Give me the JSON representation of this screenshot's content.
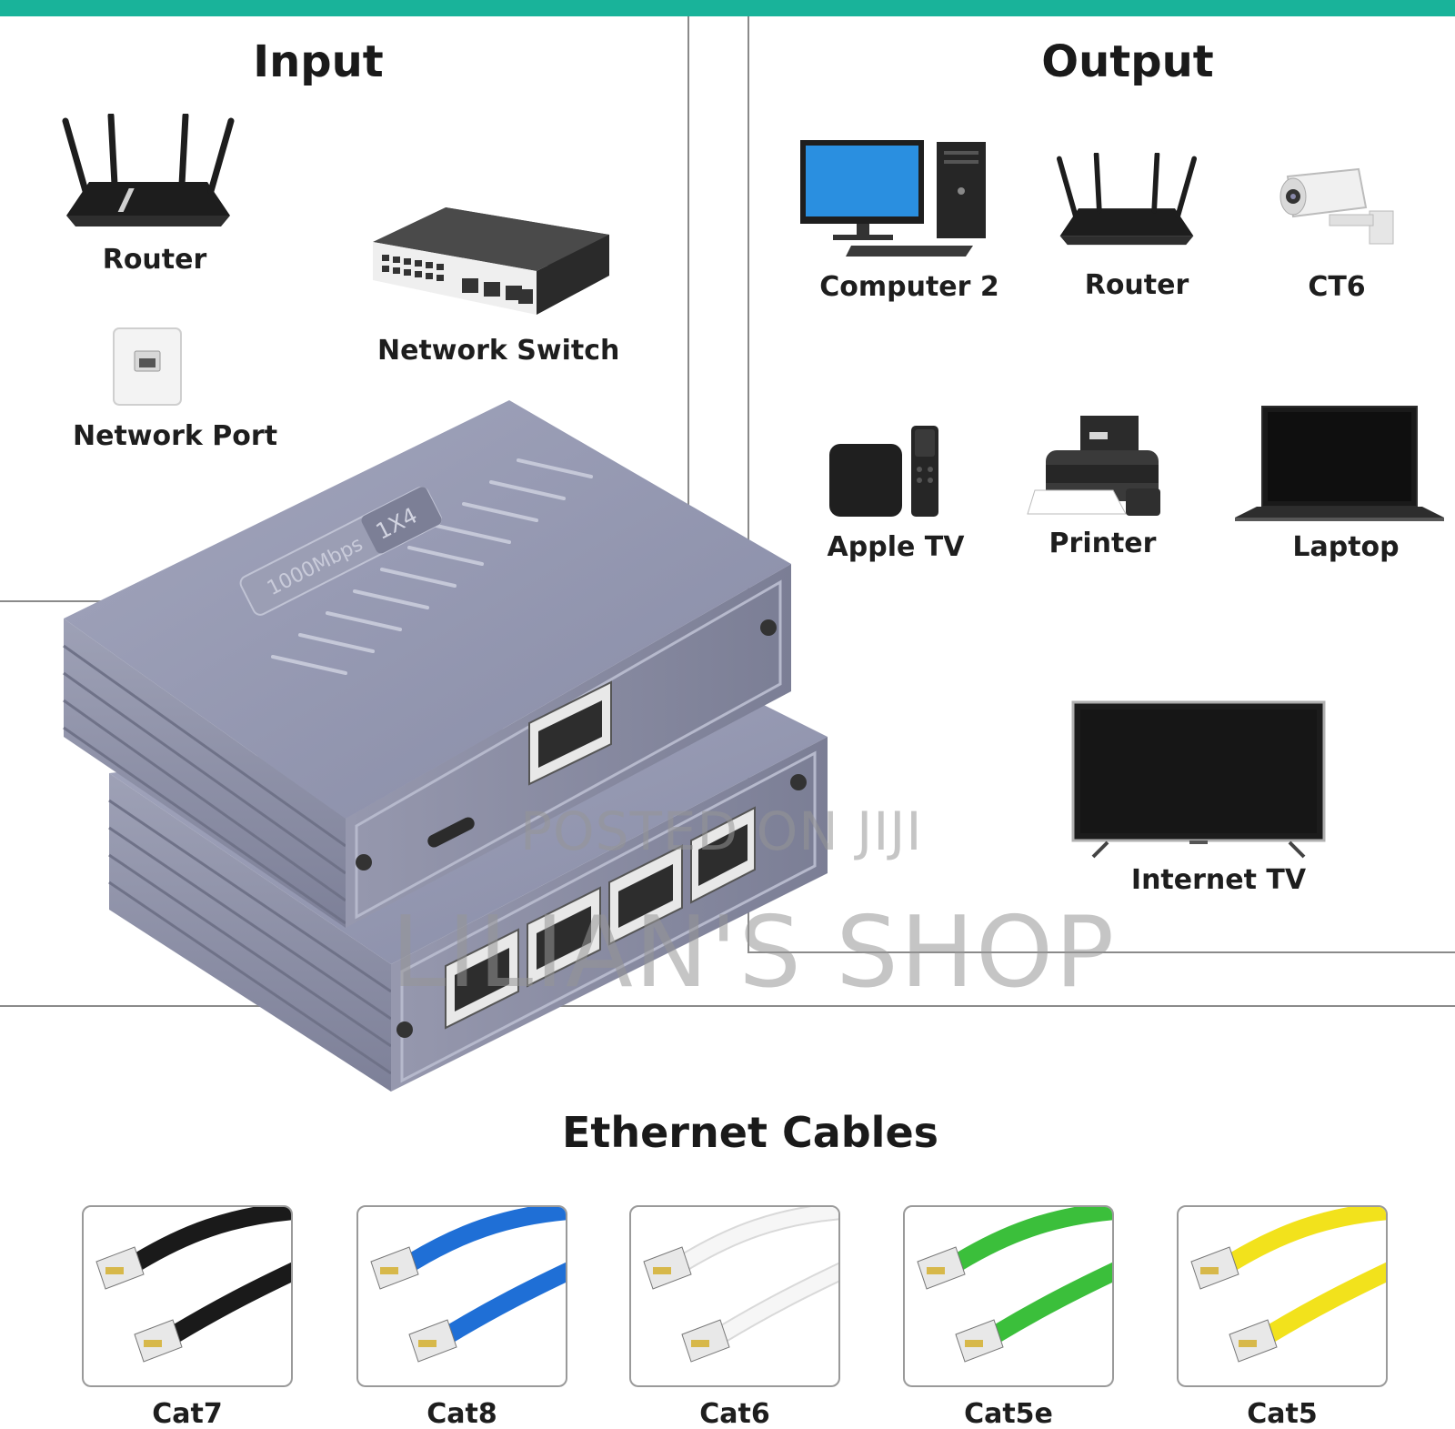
{
  "sections": {
    "input_title": "Input",
    "output_title": "Output",
    "cables_title": "Ethernet Cables"
  },
  "input_devices": [
    {
      "label": "Router",
      "icon": "router-icon"
    },
    {
      "label": "Network Switch",
      "icon": "network-switch-icon"
    },
    {
      "label": "Network Port",
      "icon": "network-port-icon"
    }
  ],
  "output_devices": [
    {
      "label": "Computer 2",
      "icon": "desktop-computer-icon"
    },
    {
      "label": "Router",
      "icon": "router-icon"
    },
    {
      "label": "CT6",
      "icon": "security-camera-icon"
    },
    {
      "label": "Apple TV",
      "icon": "apple-tv-icon"
    },
    {
      "label": "Printer",
      "icon": "printer-icon"
    },
    {
      "label": "Laptop",
      "icon": "laptop-icon"
    },
    {
      "label": "Internet TV",
      "icon": "television-icon"
    }
  ],
  "product": {
    "badge_speed": "1000Mbps",
    "badge_ports": "1X4"
  },
  "cables": [
    {
      "label": "Cat7",
      "color": "#1a1a1a"
    },
    {
      "label": "Cat8",
      "color": "#1f6fd6"
    },
    {
      "label": "Cat6",
      "color": "#f2f2f2"
    },
    {
      "label": "Cat5e",
      "color": "#3bbf3b"
    },
    {
      "label": "Cat5",
      "color": "#f2e21c"
    }
  ],
  "watermarks": {
    "line1": "POSTED ON JIJI",
    "line2": "LILIAN'S SHOP"
  },
  "colors": {
    "accent_bar": "#19b39a",
    "device_body": "#8e93ad"
  }
}
